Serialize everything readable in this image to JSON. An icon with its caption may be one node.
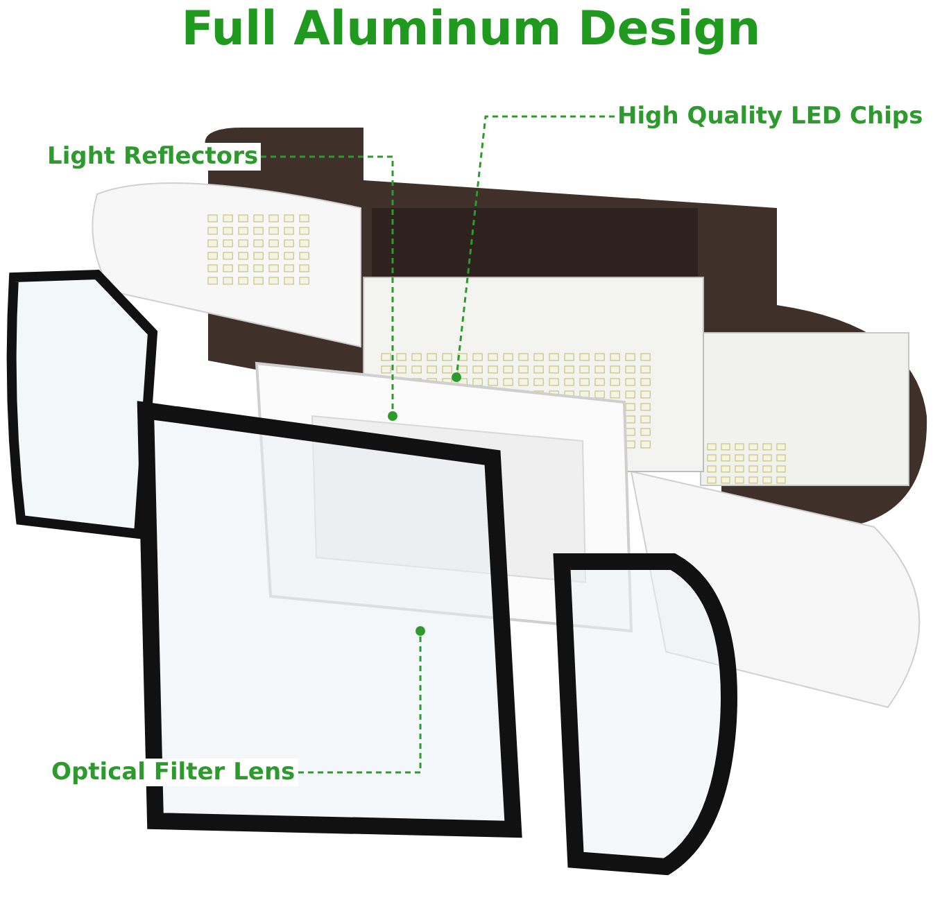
{
  "diagram": {
    "title": "Full Aluminum Design",
    "nodes": [
      {
        "text": [
          "Light Reflectors"
        ]
      },
      {
        "text": [],
        "shape": "picture"
      },
      {
        "text": [
          "High Quality LED Chips"
        ]
      },
      {
        "text": [],
        "shape": "picture"
      },
      {
        "text": [
          "Optical Filter Lens"
        ]
      },
      {
        "text": [],
        "shape": "picture"
      }
    ],
    "edges": [
      {
        "from": 0,
        "to": 1,
        "arrow": "other",
        "style": "dashed"
      },
      {
        "from": 2,
        "to": 3,
        "arrow": "other",
        "style": "dashed"
      },
      {
        "from": 4,
        "to": 5,
        "arrow": "other",
        "style": "dashed"
      }
    ]
  }
}
